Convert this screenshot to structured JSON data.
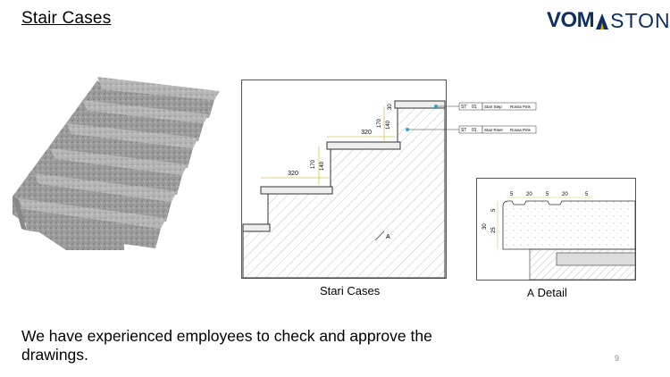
{
  "title": "Stair Cases",
  "logo": {
    "part1": "VOM",
    "part2": "STONE"
  },
  "drawing_main": {
    "caption": "Stari Cases",
    "dims": {
      "run1": "320",
      "run2": "320",
      "h170a": "170",
      "h140a": "140",
      "h30": "30",
      "h170b": "170",
      "h140b": "140"
    },
    "section_mark": "A",
    "callouts": [
      {
        "code": "ST",
        "num": "01",
        "name": "Stair Step",
        "material": "Rossa Pink"
      },
      {
        "code": "ST",
        "num": "01",
        "name": "Stair Riser",
        "material": "Rossa Pink"
      }
    ]
  },
  "drawing_detail": {
    "caption_letter": "A",
    "caption_text": "Detail",
    "dims": {
      "d1": "5",
      "d2": "20",
      "d3": "5",
      "d4": "20",
      "d5": "5",
      "v1": "5",
      "v2": "25",
      "v3": "30"
    }
  },
  "footer_text": "We have experienced employees to check and approve the drawings.",
  "page_number": "9"
}
